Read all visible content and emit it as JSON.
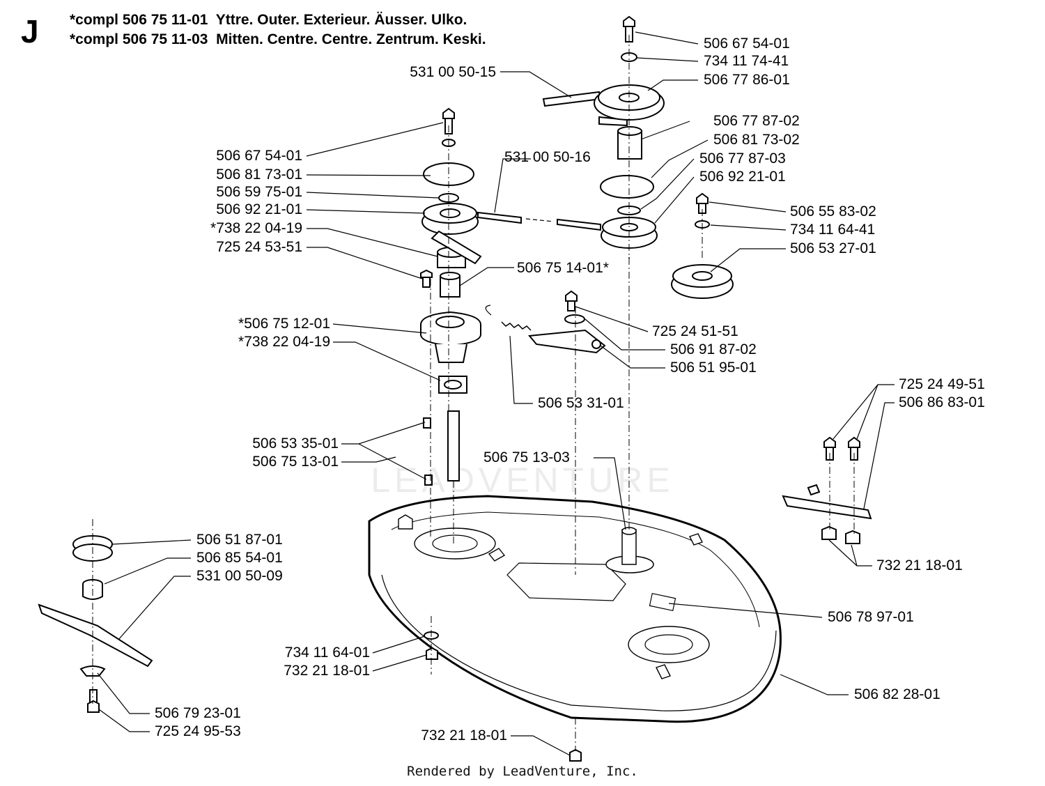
{
  "section_letter": "J",
  "header": {
    "line1": "*compl 506 75 11-01  Yttre. Outer. Exterieur. Äusser. Ulko.",
    "line2": "*compl 506 75 11-03  Mitten. Centre. Centre. Zentrum. Keski."
  },
  "watermark": "LEADVENTURE",
  "footer": "Rendered by LeadVenture, Inc.",
  "parts": [
    {
      "id": "p1",
      "number": "506 67 54-01"
    },
    {
      "id": "p2",
      "number": "734 11 74-41"
    },
    {
      "id": "p3",
      "number": "531 00 50-15"
    },
    {
      "id": "p4",
      "number": "506 77 86-01"
    },
    {
      "id": "p5",
      "number": "506 77 87-02"
    },
    {
      "id": "p6",
      "number": "506 81 73-02"
    },
    {
      "id": "p7",
      "number": "506 77 87-03"
    },
    {
      "id": "p8",
      "number": "506 92 21-01"
    },
    {
      "id": "p9",
      "number": "506 55 83-02"
    },
    {
      "id": "p10",
      "number": "734 11 64-41"
    },
    {
      "id": "p11",
      "number": "506 53 27-01"
    },
    {
      "id": "p12",
      "number": "506 67 54-01"
    },
    {
      "id": "p13",
      "number": "506 81 73-01"
    },
    {
      "id": "p14",
      "number": "506 59 75-01"
    },
    {
      "id": "p15",
      "number": "506 92 21-01"
    },
    {
      "id": "p16",
      "number": "*738 22 04-19"
    },
    {
      "id": "p17",
      "number": "725 24 53-51"
    },
    {
      "id": "p18",
      "number": "531 00 50-16"
    },
    {
      "id": "p19",
      "number": "506 75 14-01*"
    },
    {
      "id": "p20",
      "number": "*506 75 12-01"
    },
    {
      "id": "p21",
      "number": "*738 22 04-19"
    },
    {
      "id": "p22",
      "number": "725 24 51-51"
    },
    {
      "id": "p23",
      "number": "506 91 87-02"
    },
    {
      "id": "p24",
      "number": "506 51 95-01"
    },
    {
      "id": "p25",
      "number": "506 53 31-01"
    },
    {
      "id": "p26",
      "number": "725 24 49-51"
    },
    {
      "id": "p27",
      "number": "506 86 83-01"
    },
    {
      "id": "p28",
      "number": "506 53 35-01"
    },
    {
      "id": "p29",
      "number": "506 75 13-01"
    },
    {
      "id": "p30",
      "number": "506 75 13-03"
    },
    {
      "id": "p31",
      "number": "732 21 18-01"
    },
    {
      "id": "p32",
      "number": "506 51 87-01"
    },
    {
      "id": "p33",
      "number": "506 85 54-01"
    },
    {
      "id": "p34",
      "number": "531 00 50-09"
    },
    {
      "id": "p35",
      "number": "506 78 97-01"
    },
    {
      "id": "p36",
      "number": "734 11 64-01"
    },
    {
      "id": "p37",
      "number": "732 21 18-01"
    },
    {
      "id": "p38",
      "number": "506 82 28-01"
    },
    {
      "id": "p39",
      "number": "506 79 23-01"
    },
    {
      "id": "p40",
      "number": "725 24 95-53"
    },
    {
      "id": "p41",
      "number": "732 21 18-01"
    }
  ]
}
